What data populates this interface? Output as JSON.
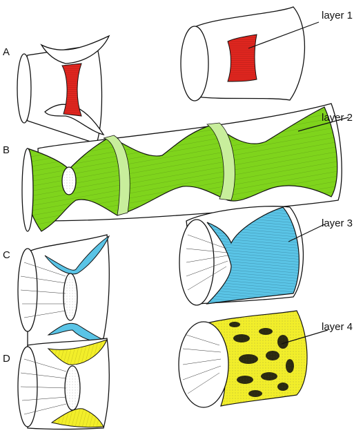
{
  "panels": {
    "a": "A",
    "b": "B",
    "c": "C",
    "d": "D"
  },
  "layers": {
    "layer1": "layer 1",
    "layer2": "layer 2",
    "layer3": "layer 3",
    "layer4": "layer 4"
  },
  "colors": {
    "layer1": "#e0261f",
    "layer2": "#7fd41c",
    "layer2_light": "#c8ee9c",
    "layer3": "#5ac4e6",
    "layer4": "#f2ee2a"
  }
}
